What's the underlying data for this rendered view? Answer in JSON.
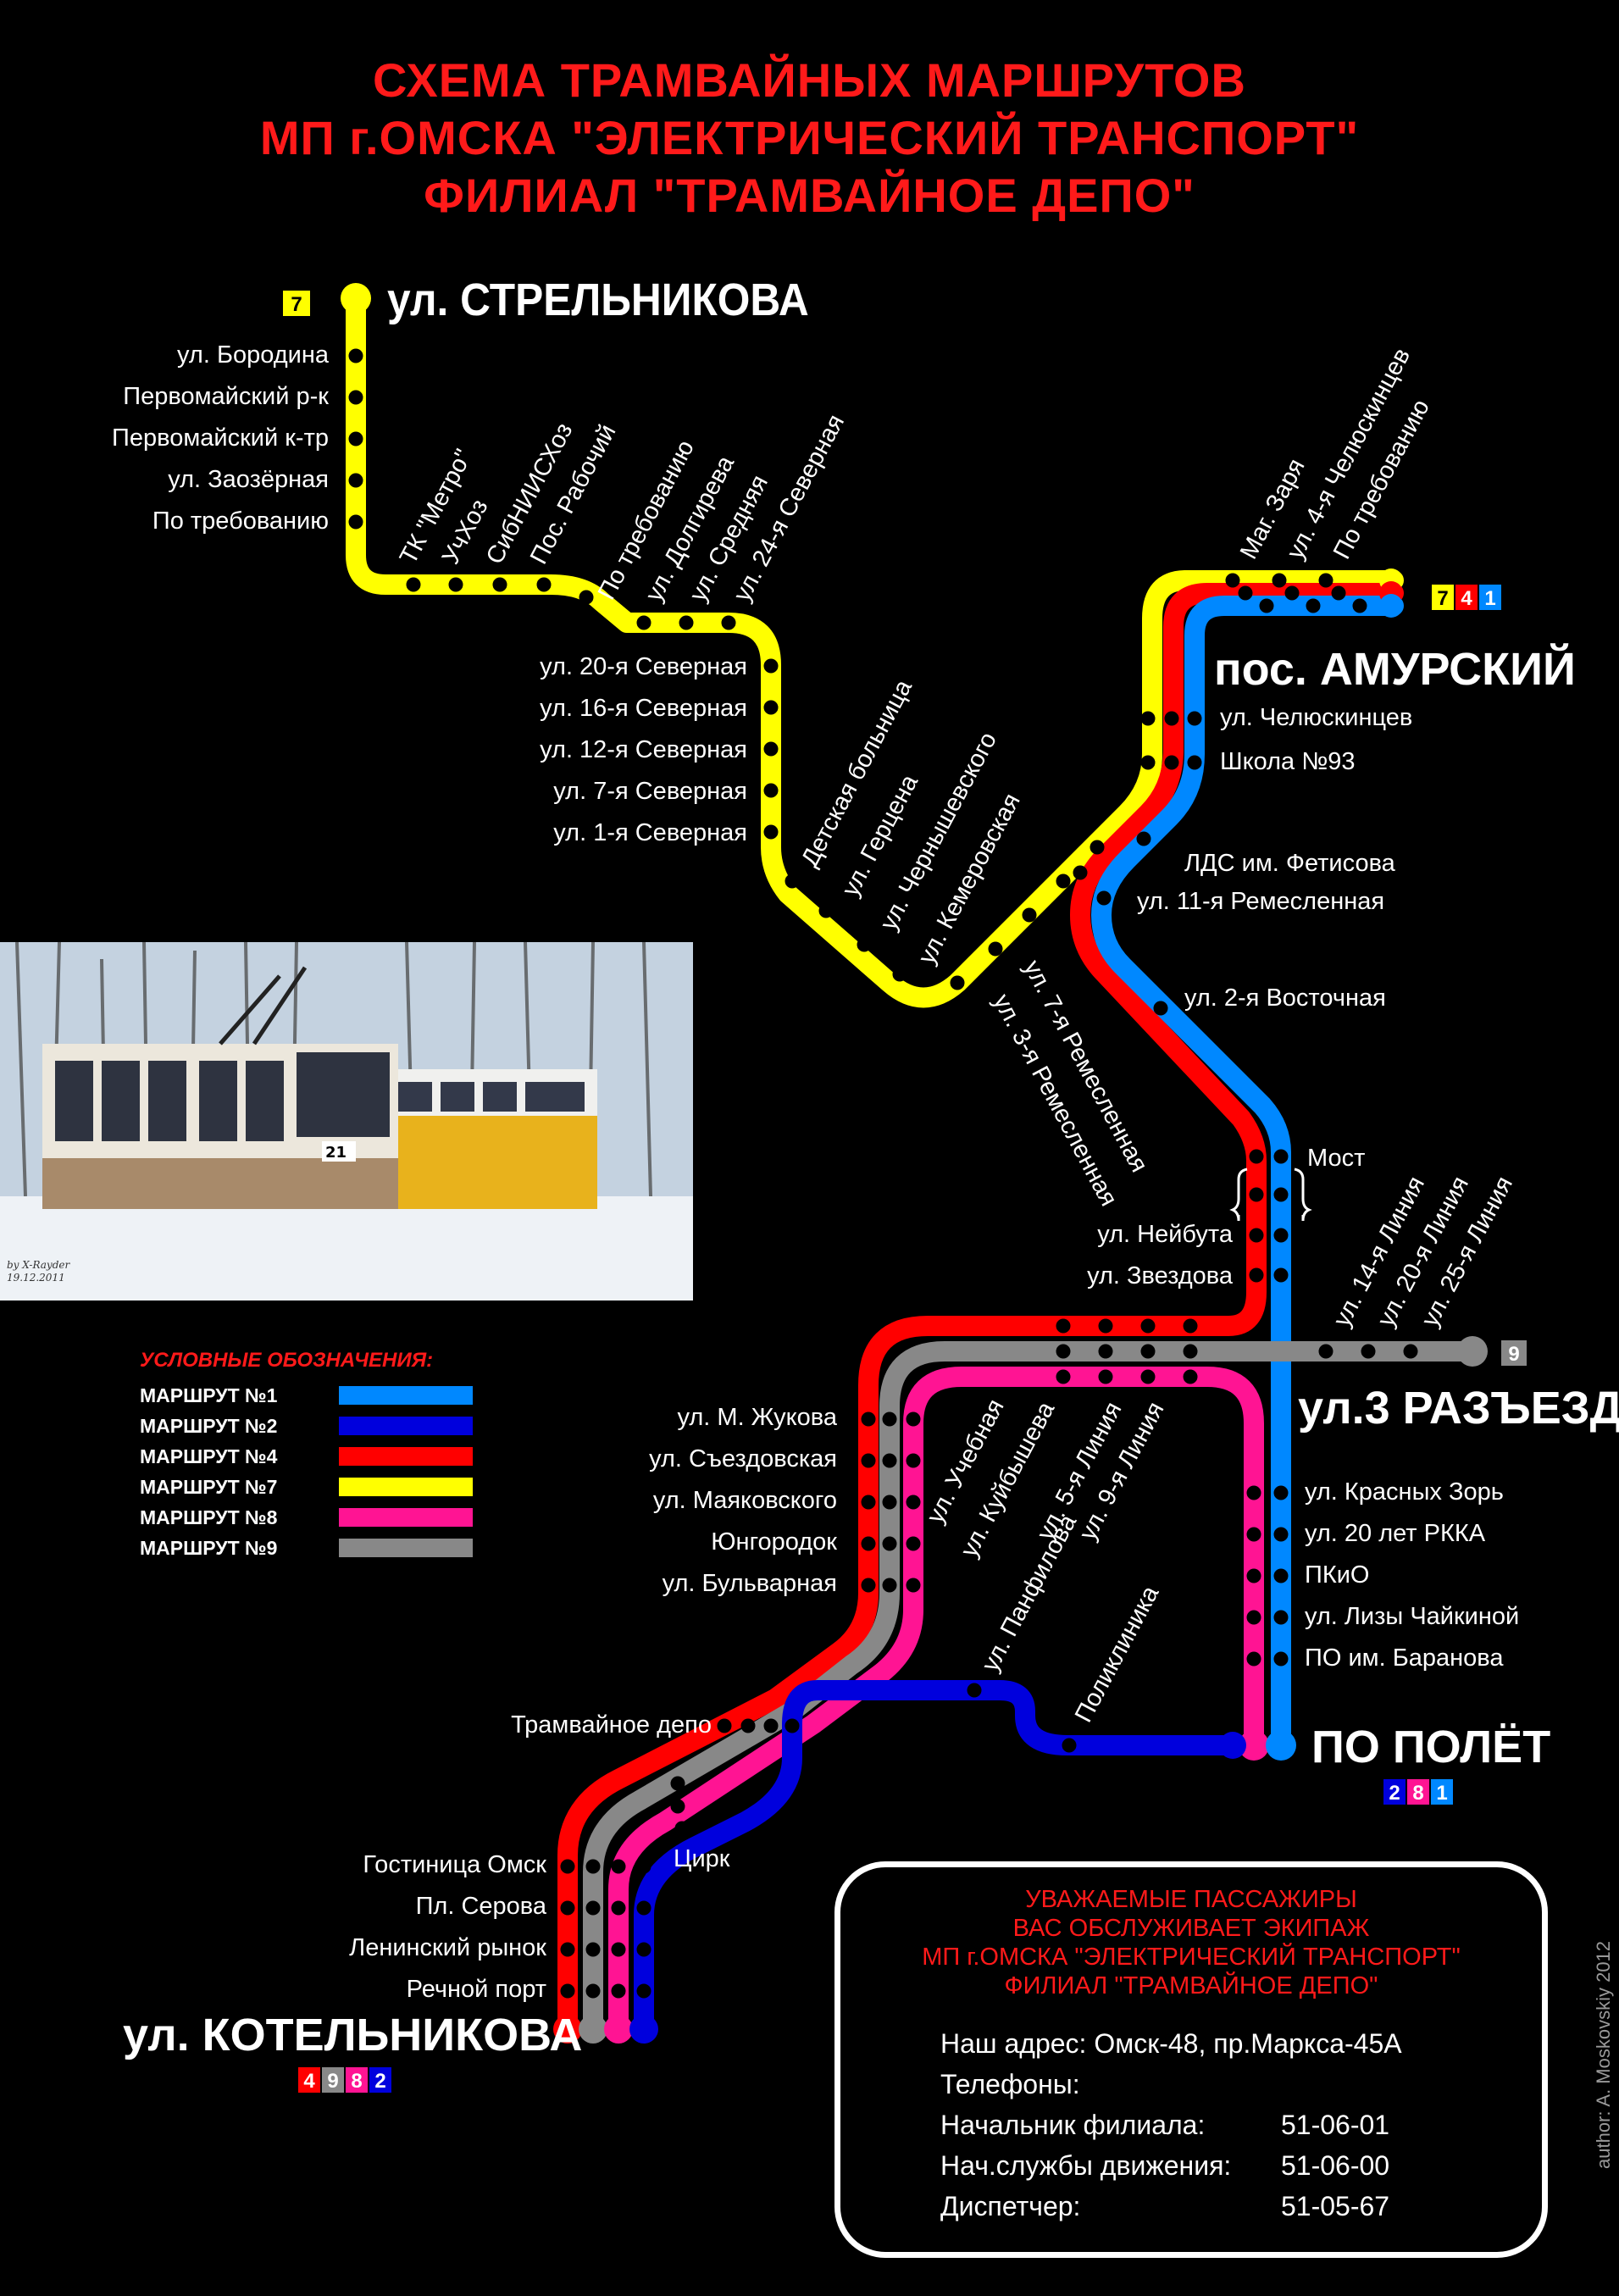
{
  "title": {
    "line1": "СХЕМА ТРАМВАЙНЫХ МАРШРУТОВ",
    "line2": "МП г.ОМСКА \"ЭЛЕКТРИЧЕСКИЙ ТРАНСПОРТ\"",
    "line3": "ФИЛИАЛ \"ТРАМВАЙНОЕ ДЕПО\""
  },
  "route_colors": {
    "r1": "#0088ff",
    "r2": "#0000dd",
    "r4": "#ff0000",
    "r7": "#ffff00",
    "r8": "#ff1493",
    "r9": "#888888"
  },
  "terminals": {
    "strelnikova": "ул. СТРЕЛЬНИКОВА",
    "amursky": "пос. АМУРСКИЙ",
    "razezd": "ул.3 РАЗЪЕЗД",
    "polet": "ПО ПОЛЁТ",
    "kotelnikova": "ул. КОТЕЛЬНИКОВА"
  },
  "badges": {
    "strelnikova": [
      "7"
    ],
    "amursky": [
      "7",
      "4",
      "1"
    ],
    "razezd": [
      "9"
    ],
    "polet": [
      "2",
      "8",
      "1"
    ],
    "kotelnikova": [
      "4",
      "9",
      "8",
      "2"
    ]
  },
  "stops": {
    "s_borodina": "ул. Бородина",
    "s_pervomayskiy_rk": "Первомайский р-к",
    "s_pervomayskiy_ktr": "Первомайский к-тр",
    "s_zaozernaya": "ул. Заозёрная",
    "s_po_treb1": "По требованию",
    "s_tk_metro": "ТК \"Метро\"",
    "s_uchhoz": "УчХоз",
    "s_sibniishoz": "СибНИИСХоз",
    "s_pos_rabochiy": "Пос. Рабочий",
    "s_po_treb2": "По требованию",
    "s_dolgireva": "ул. Долгирева",
    "s_srednyaya": "ул. Средняя",
    "s_24_sev": "ул. 24-я Северная",
    "s_20_sev": "ул. 20-я Северная",
    "s_16_sev": "ул. 16-я Северная",
    "s_12_sev": "ул. 12-я Северная",
    "s_7_sev": "ул. 7-я Северная",
    "s_1_sev": "ул. 1-я Северная",
    "s_det_boln": "Детская больница",
    "s_gercena": "ул. Герцена",
    "s_chernyshevskogo": "ул. Чернышевского",
    "s_kemerovskaya": "ул. Кемеровская",
    "s_mag_zarya": "Маг. Заря",
    "s_4_chelyusk": "ул. 4-я Челюскинцев",
    "s_po_treb3": "По требованию",
    "s_chelyuskincev": "ул. Челюскинцев",
    "s_shkola93": "Школа №93",
    "s_lds": "ЛДС им. Фетисова",
    "s_11_remesl": "ул. 11-я Ремесленная",
    "s_2_vost": "ул. 2-я Восточная",
    "s_7_remesl": "ул. 7-я Ремесленная",
    "s_3_remesl": "ул. 3-я Ремесленная",
    "s_most": "Мост",
    "s_neybuta": "ул. Нейбута",
    "s_zvezdova": "ул. Звездова",
    "s_14_liniya": "ул. 14-я Линия",
    "s_20_liniya": "ул. 20-я Линия",
    "s_25_liniya": "ул. 25-я Линия",
    "s_m_zhukova": "ул. М. Жукова",
    "s_sezdovskaya": "ул. Съездовская",
    "s_mayakovskogo": "ул. Маяковского",
    "s_yungorodok": "Юнгородок",
    "s_bulvarnaya": "ул. Бульварная",
    "s_uchebnaya": "ул. Учебная",
    "s_kuybysheva": "ул. Куйбышева",
    "s_5_liniya": "ул. 5-я Линия",
    "s_9_liniya": "ул. 9-я Линия",
    "s_krasnyh_zor": "ул. Красных Зорь",
    "s_20_let_rkka": "ул. 20 лет РККА",
    "s_pkio": "ПКиО",
    "s_lizy_chaykinoy": "ул. Лизы Чайкиной",
    "s_baranova": "ПО им. Баранова",
    "s_panfilova": "ул. Панфилова",
    "s_poliklinika": "Поликлиника",
    "s_tram_depo": "Трамвайное депо",
    "s_cirk": "Цирк",
    "s_gost_omsk": "Гостиница Омск",
    "s_pl_serova": "Пл. Серова",
    "s_len_rynok": "Ленинский рынок",
    "s_rech_port": "Речной порт"
  },
  "photo": {
    "caption_author": "by X-Rayder",
    "caption_date": "19.12.2011",
    "tram_number": "21"
  },
  "legend": {
    "title": "УСЛОВНЫЕ ОБОЗНАЧЕНИЯ:",
    "items": [
      {
        "label": "МАРШРУТ №1",
        "color": "#0088ff"
      },
      {
        "label": "МАРШРУТ №2",
        "color": "#0000dd"
      },
      {
        "label": "МАРШРУТ №4",
        "color": "#ff0000"
      },
      {
        "label": "МАРШРУТ №7",
        "color": "#ffff00"
      },
      {
        "label": "МАРШРУТ №8",
        "color": "#ff1493"
      },
      {
        "label": "МАРШРУТ №9",
        "color": "#888888"
      }
    ]
  },
  "info": {
    "head1": "УВАЖАЕМЫЕ ПАССАЖИРЫ",
    "head2": "ВАС ОБСЛУЖИВАЕТ ЭКИПАЖ",
    "head3": "МП г.ОМСКА \"ЭЛЕКТРИЧЕСКИЙ ТРАНСПОРТ\"",
    "head4": "ФИЛИАЛ \"ТРАМВАЙНОЕ ДЕПО\"",
    "address": "Наш адрес: Омск-48, пр.Маркса-45А",
    "phones_label": "Телефоны:",
    "contacts": [
      {
        "role": "Начальник филиала:",
        "phone": "51-06-01"
      },
      {
        "role": "Нач.службы движения:",
        "phone": "51-06-00"
      },
      {
        "role": "Диспетчер:",
        "phone": "51-05-67"
      }
    ]
  },
  "author": "author: A. Moskovskiy 2012"
}
